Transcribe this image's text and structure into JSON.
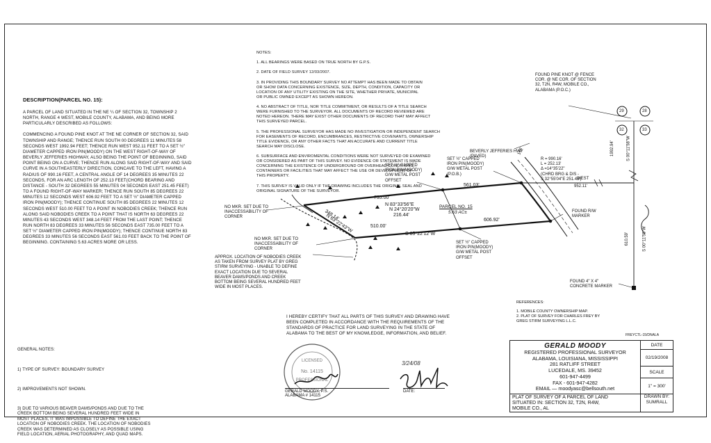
{
  "description": {
    "heading": "DESCRIPTION(PARCEL NO. 15):",
    "para1": "A PARCEL OF LAND SITUATED IN THE NE ¼ OF SECTION 32, TOWNSHIP 2 NORTH, RANGE 4 WEST, MOBILE COUNTY, ALABAMA, AND BEING MORE PARTICULARLY DESCRIBED AS FOLLOWS:",
    "para2": "COMMENCING A FOUND PINE KNOT AT THE NE CORNER OF SECTION 32, SAID TOWNSHIP AND RANGE; THENCE RUN SOUTH 00 DEGREES 11 MINUTES 58 SECONDS WEST 1992.94 FEET; THENCE RUN WEST 952.11 FEET TO A SET ½\" DIAMETER CAPPED IRON PIN(MOODY) ON THE WEST RIGHT-OF-WAY OF BEVERLY JEFFERIES HIGHWAY, ALSO BEING THE POINT OF BEGINNING, SAID POINT BEING ON A CURVE; THENCE RUN ALONG SAID RIGHT-OF-WAY AND SAID CURVE IN A SOUTHEASTERLY DIRECTION, CONCAVE TO THE LEFT, HAVING A RADIUS OF 990.16 FEET, A CENTRAL ANGLE OF 14 DEGREES 35 MINUTES 22 SECONDS, FOR AN ARC LENGTH OF 252.13 FEET(CHORD BEARING AND DISTANCE - SOUTH 32 DEGREES 55 MINUTES 04 SECONDS EAST 251.45 FEET) TO A FOUND RIGHT-OF-WAY MARKER; THENCE RUN SOUTH 85 DEGREES 22 MINUTES 12 SECONDS WEST 606.92 FEET TO A SET ½\" DIAMETER CAPPED IRON PIN(MOODY); THENCE CONTINUE SOUTH 85 DEGREES 22 MINUTES 12 SECONDS WEST 510.00 FEET TO A POINT IN NOBODIES CREEK; THENCE RUN ALONG SAID NOBODIES CREEK TO A POINT THAT IS NORTH 63 DEGREES 22 MINUTES 43 SECONDS WEST 348.14 FEET FROM THE LAST POINT; THENCE RUN NORTH 83 DEGREES 33 MINUTES 56 SECONDS EAST 735.00 FEET TO A SET ½\" DIAMETER CAPPED IRON PIN(MOODY); THENCE CONTINUE NORTH 83 DEGREES 33 MINUTES 56 SECONDS EAST 561.03 FEET BACK TO THE POINT OF BEGINNING. CONTAINING 5.63 ACRES MORE OR LESS."
  },
  "notes": {
    "heading": "NOTES:",
    "items": [
      "1. ALL BEARINGS WERE BASED ON TRUE NORTH BY G.P.S.",
      "2. DATE OF FIELD SURVEY 12/03/2007.",
      "3. IN PROVIDING THIS BOUNDARY SURVEY NO ATTEMPT HAS BEEN MADE TO OBTAIN\n    OR SHOW DATA CONCERNING EXISTENCE, SIZE, DEPTH, CONDITION, CAPACITY OR\n    LOCATION OF ANY UTILITY EXISTING ON THE SITE, WHETHER PRIVATE, MUNICIPAL\n    OR PUBLIC OWNED EXCEPT AS SHOWN HEREON.",
      "4. NO ABSTRACT OF TITLE, NOR TITLE COMMITMENT, OR RESULTS OF A TITLE SEARCH\n    WERE FURNISHED TO THE SURVEYOR. ALL DOCUMENTS OF RECORD REVIEWED ARE\n    NOTED HEREON. THERE MAY EXIST OTHER DOCUMENTS OF RECORD THAT MAY AFFECT\n    THIS SURVEYED PARCEL.",
      "5. THE PROFESSIONAL SURVEYOR HAS MADE NO INVESTIGATION OR INDEPENDENT SEARCH\n    FOR EASEMENTS OF RECORD, ENCUMBRANCES, RESTRICTIVE COVENANTS, OWNERSHIP\n    TITLE EVIDENCE, OR ANY OTHER FACTS THAT AN ACCURATE AND CURRENT TITLE\n    SEARCH MAY DISCLOSE.",
      "6. SUBSURFACE AND ENVIROMENTAL CONDITIONS WERE NOT SURVEYED OR EXAMINED\n    OR CONSIDERED AS PART OF THIS SURVEY. NO EVIDENCE OR STATEMENT IS MADE\n    CONCERNING THE EXISTENCE OF UNDERGROUND OR OVERHEAD CONDITIONS,\n    CONTAINERS OR FACILITIES THAT MAY AFFECT THE USE OR DEVELOPMENT OF\n    THIS PROPERTY.",
      "7. THIS SURVEY IS VALID ONLY IF THE DRAWING INCLUDES THE ORIGINAL SEAL AND\n    ORIGINAL SIGNATURE OF THE SURVEYOR."
    ]
  },
  "general_notes": {
    "heading": "GENERAL NOTES:",
    "items": [
      "1) TYPE OF SURVEY:  BOUNDARY SURVEY",
      "2) IMPROVEMENTS NOT SHOWN.",
      "3) DUE TO VARIOUS BEAVER DAMS/PONDS AND DUE TO THE\nCREEK BOTTOM BEING SEVERAL HUNDRED FEET WIDE IN\nMOST PLACES, IT WAS IMPOSSIBLE TO DEFINE THE EXACT\nLOCATION OF NOBODIES CREEK. THE LOCATION OF NOBODIES\nCREEK WAS DETERMINED AS CLOSELY AS POSSIBLE USING\nFIELD LOCATION, AERIAL PHOTOGRAPHY, AND QUAD MAPS."
    ]
  },
  "plan": {
    "found_pine_knot": "FOUND PINE KNOT @ FENCE\nCOR. @ NE COR. OF SECTION\n32, T2N, R4W, MOBILE CO.,\nALABAMA (P.O.C.)",
    "sec29": "29",
    "sec28": "28",
    "sec32": "32",
    "sec33": "33",
    "highway": "BEVERLY JEFFERIES HWY\n(PAVED)",
    "row_width": "145'",
    "curve_data": "R = 990.16'\nL = 252.13'\nΔ =14°35'22\"\n(CHRD BRG & DIS -\nS 32°55'04\"E 251.45')",
    "dist_1992": "1992.94'",
    "bearing_s00": "S 00°11'58\"W",
    "bearing_s00b": "S 00°11'58\"W",
    "dist_610": "610.59'",
    "west_label": "WEST",
    "west_dist": "952.11'",
    "set_pin_pob": "SET ½\" CAPPED\nIRON PIN(MOODY)\nG/W METAL POST\n(P.O.B.)",
    "set_pin_offset1": "SET ½\" CAPPED\nIRON PIN(MOODY)\nG/W METAL POST\nOFFSET",
    "set_pin_offset2": "SET ½\" CAPPED\nIRON PIN(MOODY)\nG/W METAL POST\nOFFSET",
    "dist_735": "735.00'",
    "dist_561": "561.03'",
    "bearing_n83": "N 83°33'56\"E",
    "bearing_n24": "N 24°20'20\"W",
    "dist_216": "216.44'",
    "parcel_no": "PARCEL NO. 15",
    "parcel_area": "5.63 AC±",
    "dist_348": "348.14'",
    "bearing_n63": "N 63°22'43\"W",
    "dist_510": "510.00'",
    "bearing_s85": "S 85°22'12\"W",
    "dist_606": "606.92'",
    "found_row": "FOUND R/W\nMARKER",
    "no_mkr1": "NO MKR. SET DUE TO\nINACCESSABILITY OF\nCORNER",
    "no_mkr2": "NO MKR. SET DUE TO\nINACCESSABILITY OF\nCORNER",
    "creek_note": "APPROX. LOCATION OF NOBODIES CREEK\nAS TAKEN FROM SURVEY PLAT BY GREG\nSTIRM SURVEYING - UNABLE TO DEFINE\nEXACT LOCATION DUE TO SEVERAL\nBEAVER DAMS/PONDS AND CREEK\nBOTTOM BEING SEVERAL HUNDRED FEET\nWIDE IN MOST PLACES.",
    "found_marker": "FOUND 4\" X 4\"\nCONCRETE MARKER"
  },
  "references": {
    "heading": "REFERENCES:",
    "items": "1. MOBILE COUNTY OWNERSHIP MAP.\n2. PLAT OF SURVEY FOR CHARLES FREY BY\n    GREG STIRM SURVEYING L.L.C."
  },
  "file_ref": "FREYCTL-15/DNALA",
  "certification": {
    "text": "I HEREBY CERTIFY THAT ALL PARTS OF THIS SURVEY AND DRAWING HAVE BEEN COMPLETED IN ACCORDANCE WITH THE REQUIREMENTS OF THE STANDARDS OF PRACTICE FOR LAND SURVEYING IN THE STATE OF ALABAMA TO THE BEST OF MY KNOWLEDGE, INFORMATION, AND BELIEF.",
    "signer": "GERALD MOODY, P.S.",
    "license": "ALABAMA # 14115",
    "date_label": "DATE:",
    "date_signed": "3/24/08",
    "seal_text_1": "LICENSED",
    "seal_text_2": "No. 14115",
    "seal_text_3": "PROFESSIONAL"
  },
  "title_block": {
    "name": "GERALD MOODY",
    "lines": [
      "REGISTERED PROFESSIONAL SURVEYOR",
      "ALABAMA, LOUISIANA, MISSISSIPPI",
      "281 RATLIFF STREET",
      "LUCEDALE, MS. 39452",
      "601-947-4499",
      "FAX - 601-947-4282",
      "EMAIL — moodyasc@bellsouth.net"
    ],
    "date_label": "DATE",
    "date_value": "02/19/2008",
    "scale_label": "SCALE",
    "scale_value": "1\" = 300'",
    "plat_title": "PLAT OF SURVEY OF A PARCEL OF LAND\nSITUATED IN: SECTION 32, T2N, R4W,\nMOBILE CO., AL",
    "drawn_label": "DRAWN BY:",
    "drawn_value": "SUMRALL"
  }
}
